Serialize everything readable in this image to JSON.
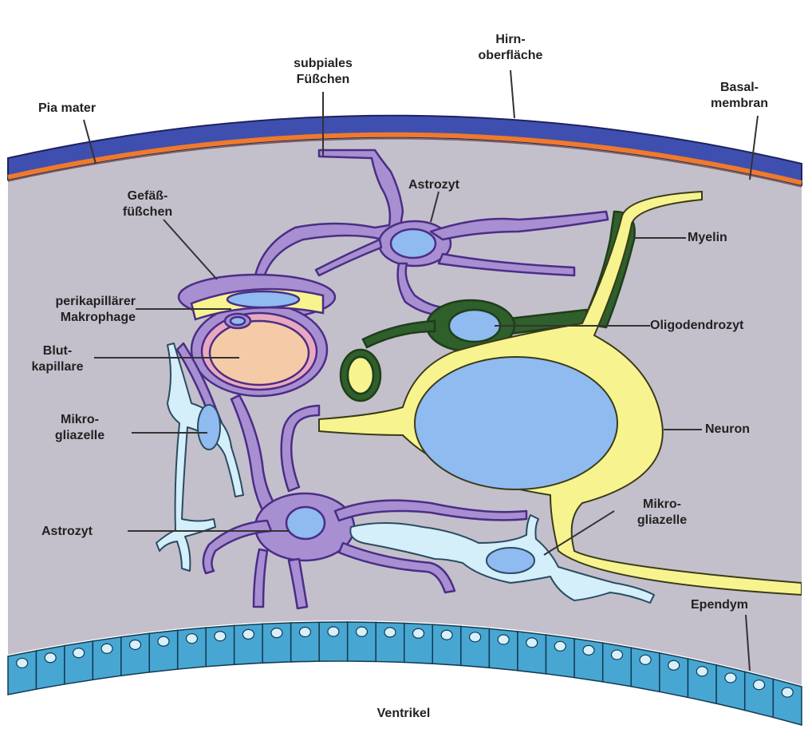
{
  "colors": {
    "pia": "#3f4fb0",
    "basal": "#ef7a2b",
    "tissue": "#c3c0cb",
    "astro": "#a78fd2",
    "astroOutline": "#4b2d86",
    "nucleus": "#8fbbf0",
    "myelin": "#2f5f2a",
    "neuron": "#f7f48f",
    "micro": "#d4eefa",
    "ependym": "#48a6d2",
    "capillary": "#f5caa6"
  },
  "labels": {
    "hirn": "Hirn-\noberfläche",
    "subpiales": "subpiales\nFüßchen",
    "pia": "Pia mater",
    "basal": "Basal-\nmembran",
    "astrozyt_top": "Astrozyt",
    "gefaess": "Gefäß-\nfüßchen",
    "myelin": "Myelin",
    "perikap": "perikapillärer\nMakrophage",
    "oligo": "Oligodendrozyt",
    "blut": "Blut-\nkapillare",
    "mikro_left": "Mikro-\ngliazelle",
    "neuron": "Neuron",
    "astrozyt_bottom": "Astrozyt",
    "mikro_right": "Mikro-\ngliazelle",
    "ependym": "Ependym",
    "ventrikel": "Ventrikel"
  }
}
